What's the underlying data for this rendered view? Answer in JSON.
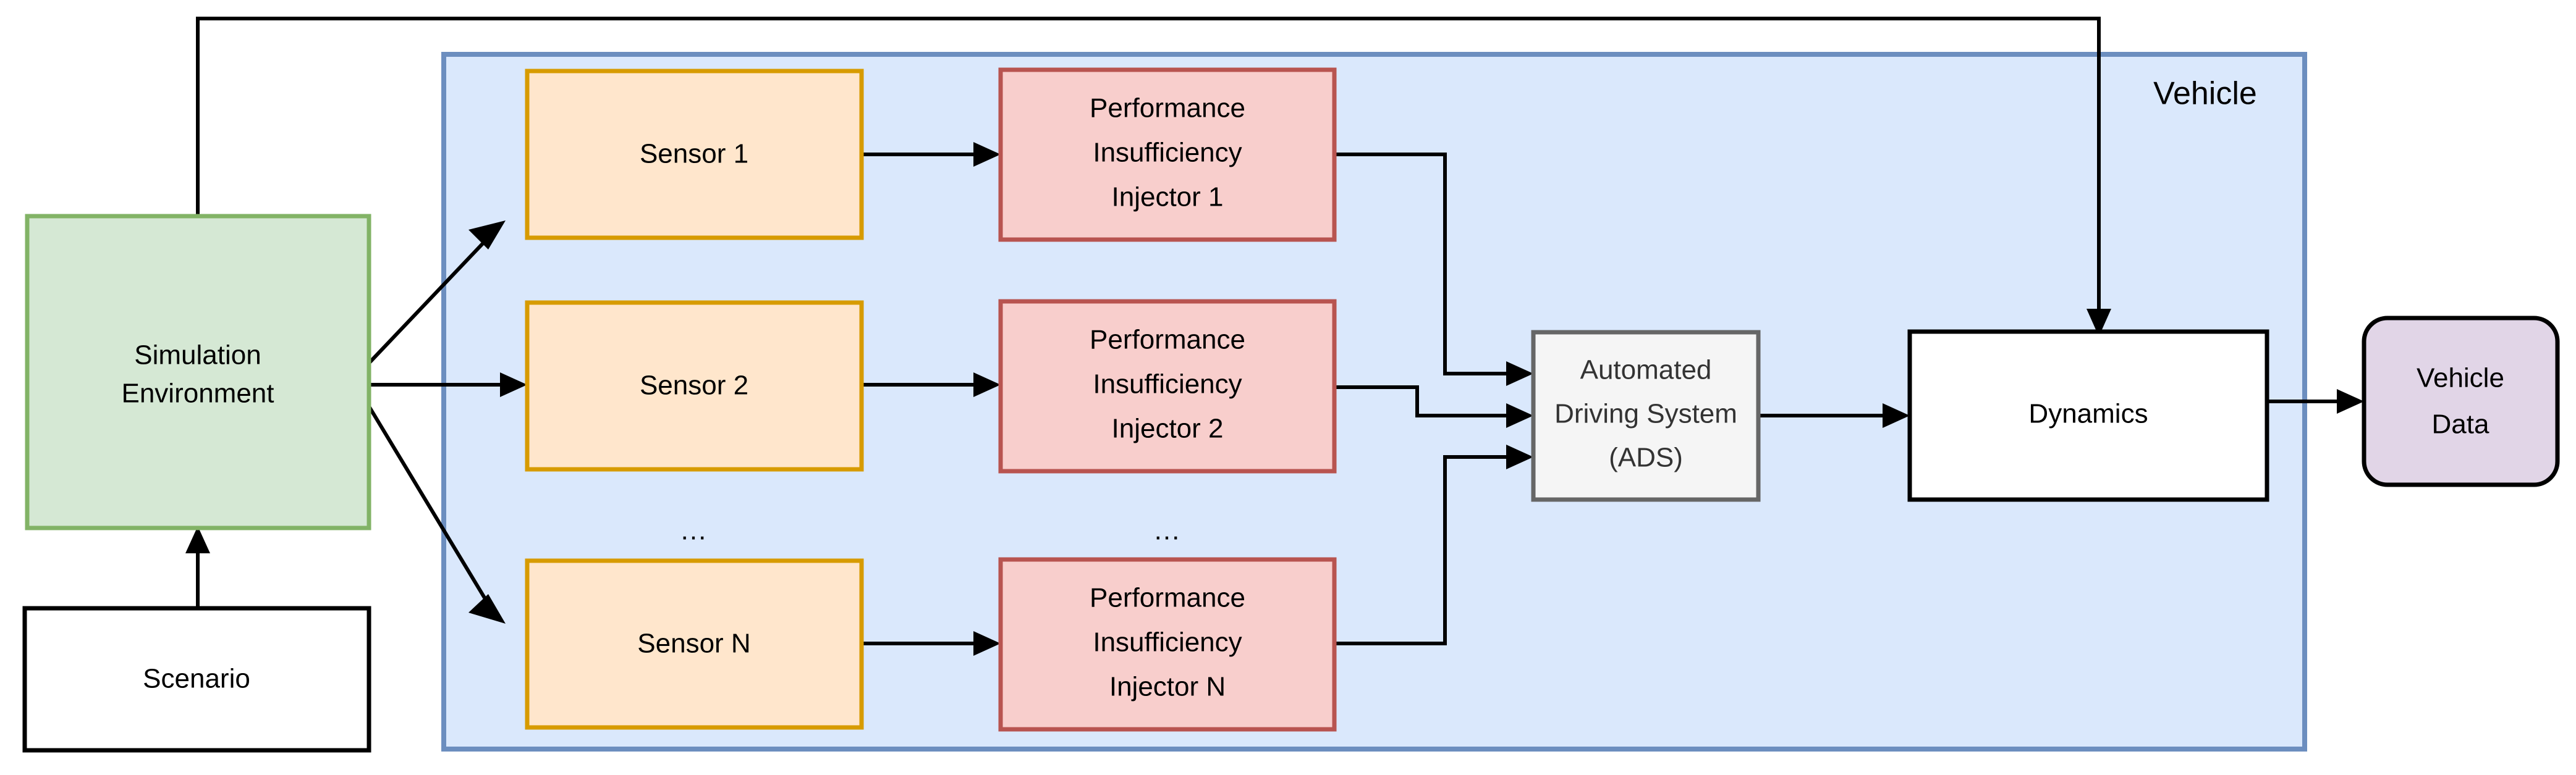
{
  "diagram": {
    "title_visible": false,
    "colors": {
      "vehicle_container_fill": "#dae8fc",
      "vehicle_container_stroke": "#6c8ebf",
      "simulation_fill": "#d5e8d4",
      "simulation_stroke": "#82b366",
      "sensor_fill": "#ffe6cc",
      "sensor_stroke": "#d79b00",
      "injector_fill": "#f8cecc",
      "injector_stroke": "#b85450",
      "ads_fill": "#f5f5f5",
      "ads_stroke": "#666666",
      "ads_text": "#333333",
      "dynamics_fill": "#ffffff",
      "dynamics_stroke": "#000000",
      "vehicle_data_fill": "#e1d5e7",
      "vehicle_data_stroke": "#000000",
      "scenario_fill": "#ffffff",
      "scenario_stroke": "#000000",
      "edge_stroke": "#000000"
    },
    "container": {
      "label": "Vehicle"
    },
    "nodes": {
      "scenario": {
        "label": "Scenario"
      },
      "simulation_environment": {
        "line1": "Simulation",
        "line2": "Environment"
      },
      "sensor_1": {
        "label": "Sensor 1"
      },
      "sensor_2": {
        "label": "Sensor 2"
      },
      "sensor_n": {
        "label": "Sensor N"
      },
      "injector_1": {
        "line1": "Performance",
        "line2": "Insufficiency",
        "line3": "Injector 1"
      },
      "injector_2": {
        "line1": "Performance",
        "line2": "Insufficiency",
        "line3": "Injector 2"
      },
      "injector_n": {
        "line1": "Performance",
        "line2": "Insufficiency",
        "line3": "Injector N"
      },
      "ads": {
        "line1": "Automated",
        "line2": "Driving System",
        "line3": "(ADS)"
      },
      "dynamics": {
        "label": "Dynamics"
      },
      "vehicle_data": {
        "line1": "Vehicle",
        "line2": "Data"
      }
    },
    "ellipsis": {
      "sensor_column": "...",
      "injector_column": "..."
    },
    "edges": [
      {
        "from": "scenario",
        "to": "simulation_environment"
      },
      {
        "from": "simulation_environment",
        "to": "sensor_1"
      },
      {
        "from": "simulation_environment",
        "to": "sensor_2"
      },
      {
        "from": "simulation_environment",
        "to": "sensor_n"
      },
      {
        "from": "sensor_1",
        "to": "injector_1"
      },
      {
        "from": "sensor_2",
        "to": "injector_2"
      },
      {
        "from": "sensor_n",
        "to": "injector_n"
      },
      {
        "from": "injector_1",
        "to": "ads"
      },
      {
        "from": "injector_2",
        "to": "ads"
      },
      {
        "from": "injector_n",
        "to": "ads"
      },
      {
        "from": "ads",
        "to": "dynamics"
      },
      {
        "from": "dynamics",
        "to": "vehicle_data"
      },
      {
        "from": "simulation_environment",
        "to": "dynamics"
      }
    ]
  }
}
